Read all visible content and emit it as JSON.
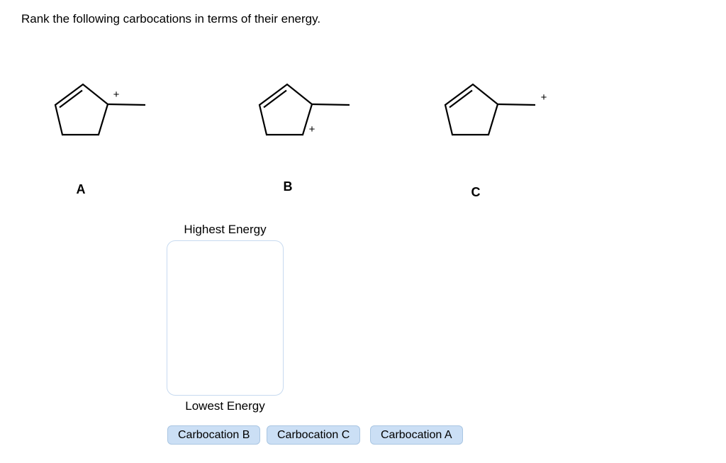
{
  "question": {
    "title": "Rank the following carbocations in terms of their energy."
  },
  "molecules": [
    {
      "label": "A",
      "charge": "+",
      "structure": "methylcyclopentene skeleton; positive charge shown on the ring carbon bearing the methyl group (adjacent to the double bond)"
    },
    {
      "label": "B",
      "charge": "+",
      "structure": "methylcyclopentene skeleton; positive charge shown on the lower ring carbon next to the methyl-bearing carbon"
    },
    {
      "label": "C",
      "charge": "+",
      "structure": "methylcyclopentene skeleton; positive charge shown at the end of the methyl side chain"
    }
  ],
  "ranking": {
    "top_label": "Highest Energy",
    "bottom_label": "Lowest Energy"
  },
  "chips": [
    {
      "label": "Carbocation B"
    },
    {
      "label": "Carbocation C"
    },
    {
      "label": "Carbocation A"
    }
  ],
  "colors": {
    "chip_background": "#cbdff5",
    "chip_border": "#aac6e2",
    "dropzone_border": "#c7daf0",
    "bond": "#000000"
  }
}
